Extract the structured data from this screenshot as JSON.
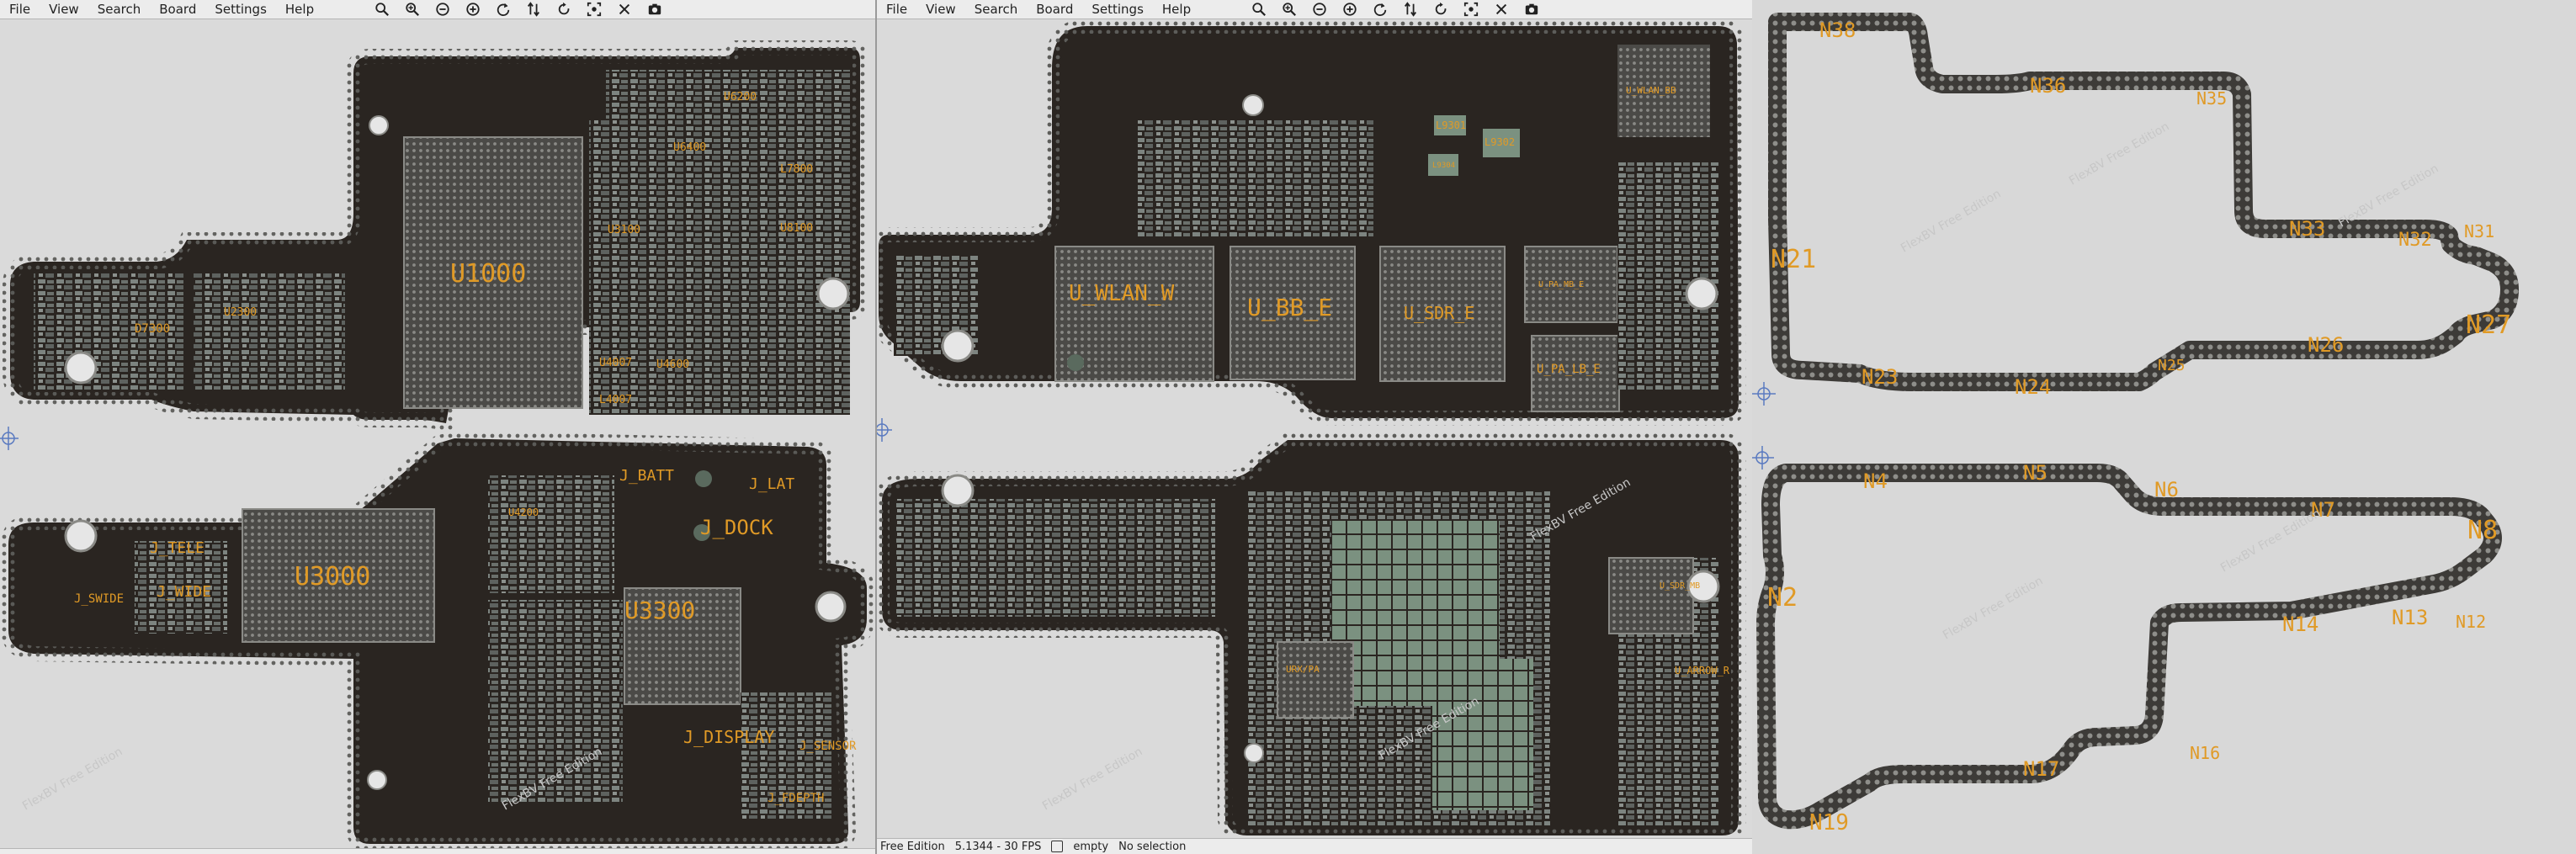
{
  "menu": [
    "File",
    "View",
    "Search",
    "Board",
    "Settings",
    "Help"
  ],
  "toolbar_icons": [
    "search-icon",
    "zoom-in-icon",
    "zoom-out-icon",
    "zoom-fit-icon",
    "rotate-icon",
    "flip-icon",
    "refresh-icon",
    "fit-board-icon",
    "close-icon",
    "camera-icon"
  ],
  "watermark": "FlexBV Free Edition",
  "colors": {
    "board": "#2a2521",
    "component": "#7d8480",
    "label": "#e09a26",
    "background": "#dadada",
    "pin": "#c8a24a"
  },
  "left_top_labels": {
    "u1000": "U1000",
    "d7300": "D7300",
    "u2300": "U2300",
    "u3100": "U3100",
    "u6400": "U6400",
    "l7800": "L7800",
    "u8100": "U8100",
    "u6200": "U6200",
    "u4007": "U4007",
    "l4007": "L4007",
    "u4600": "U4600"
  },
  "left_bottom_labels": {
    "u3000": "U3000",
    "j_tele": "J_TELE",
    "j_wide": "J_WIDE",
    "j_swide": "J_SWIDE",
    "u4200": "U4200",
    "j_batt": "J_BATT",
    "j_lat": "J_LAT",
    "j_dock": "J_DOCK",
    "u3300": "U3300",
    "j_display": "J_DISPLAY",
    "j_sensor": "J_SENSOR",
    "j_fdepth": "J_FDEPTH"
  },
  "mid_top_labels": {
    "u_wlan_w": "U_WLAN_W",
    "u_bb_e": "U_BB_E",
    "u_sdr_e": "U_SDR_E",
    "u_pa_lb_e": "U_PA_LB_E",
    "u_pa_mb_e": "U_PA_MB_E",
    "l9301": "L9301",
    "l9302": "L9302",
    "l9304": "L9304",
    "u_wlan_bb": "U_WLAN_BB"
  },
  "mid_bottom_labels": {
    "u_sdr_mb": "U_SDR_MB",
    "u_arrow_r": "U_ARROW_R",
    "urx_a": "URX/PA"
  },
  "status": {
    "edition": "Free Edition",
    "fps": "5.1344 - 30 FPS",
    "empty": "empty",
    "selection": "No selection"
  },
  "nets_top": [
    "N38",
    "N36",
    "N35",
    "N33",
    "N32",
    "N31",
    "N21",
    "N27",
    "N26",
    "N24",
    "N23",
    "N25"
  ],
  "nets_bottom": [
    "N4",
    "N5",
    "N6",
    "N7",
    "N8",
    "N2",
    "N14",
    "N13",
    "N12",
    "N16",
    "N17",
    "N19"
  ]
}
